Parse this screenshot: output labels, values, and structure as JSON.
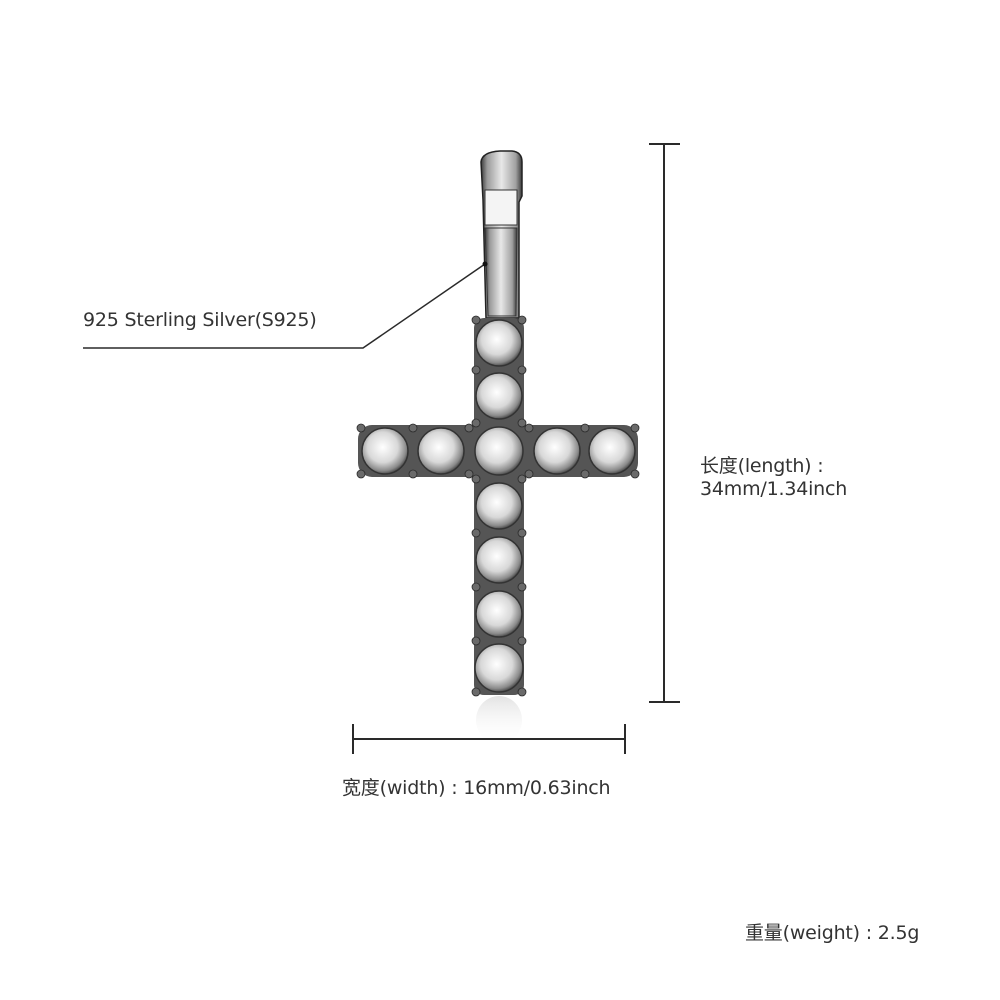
{
  "product": {
    "name": "cross-pendant",
    "material_label": "925 Sterling Silver(S925)",
    "length_label": "长度(length) :",
    "length_value": "34mm/1.34inch",
    "width_label": "宽度(width) : 16mm/0.63inch",
    "weight_label": "重量(weight) : 2.5g"
  },
  "colors": {
    "background": "#ffffff",
    "text": "#333333",
    "line": "#2a2a2a",
    "metal": "#b8b8b8",
    "metal_dark": "#4a4a4a"
  }
}
